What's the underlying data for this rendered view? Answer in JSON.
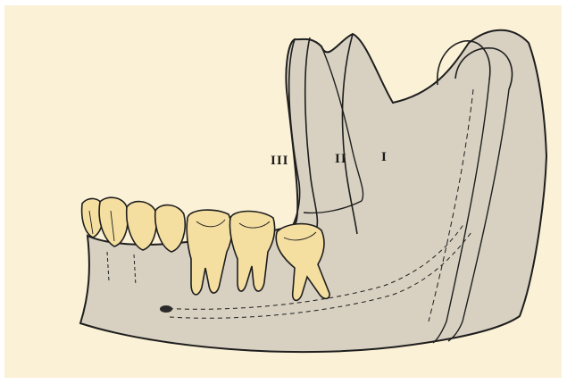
{
  "colors": {
    "background": "#fbf1d6",
    "bone": "#d8d1c2",
    "bone_stroke": "#1e1e1e",
    "tooth": "#f4dea0",
    "tooth_shade": "#e6c67a"
  },
  "labels": {
    "zone_3": "III",
    "zone_2": "II",
    "zone_1": "I"
  }
}
